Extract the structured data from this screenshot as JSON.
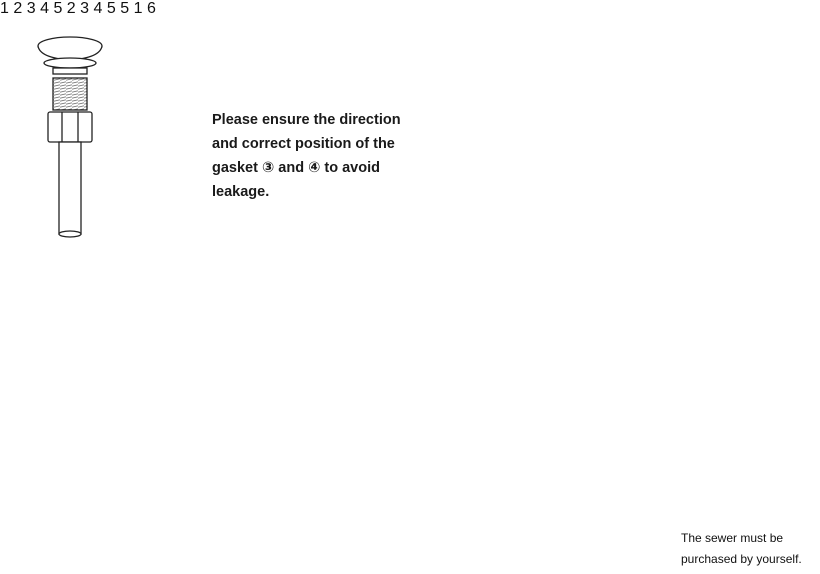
{
  "instruction_lines": [
    "Please ensure the direction",
    "and correct position of the",
    "gasket ③ and ④ to avoid",
    "leakage."
  ],
  "sewer_note_lines": [
    "The sewer must be",
    "purchased by yourself."
  ],
  "callouts": {
    "c1_top": "1",
    "c2_top": "2",
    "c3_top": "3",
    "c4_top": "4",
    "c5_top": "5",
    "c2_sink": "2",
    "c3_sink": "3",
    "c4_step": "4",
    "c5_step": "5",
    "c5_tighten": "5",
    "c1_press": "1",
    "c6_sewer": "6"
  },
  "colors": {
    "line": "#111111",
    "thread": "#8a8a8a",
    "background": "#ffffff"
  },
  "icons": [
    "arrow-up-icon",
    "arrow-down-icon",
    "rotate-arrow-icon"
  ]
}
